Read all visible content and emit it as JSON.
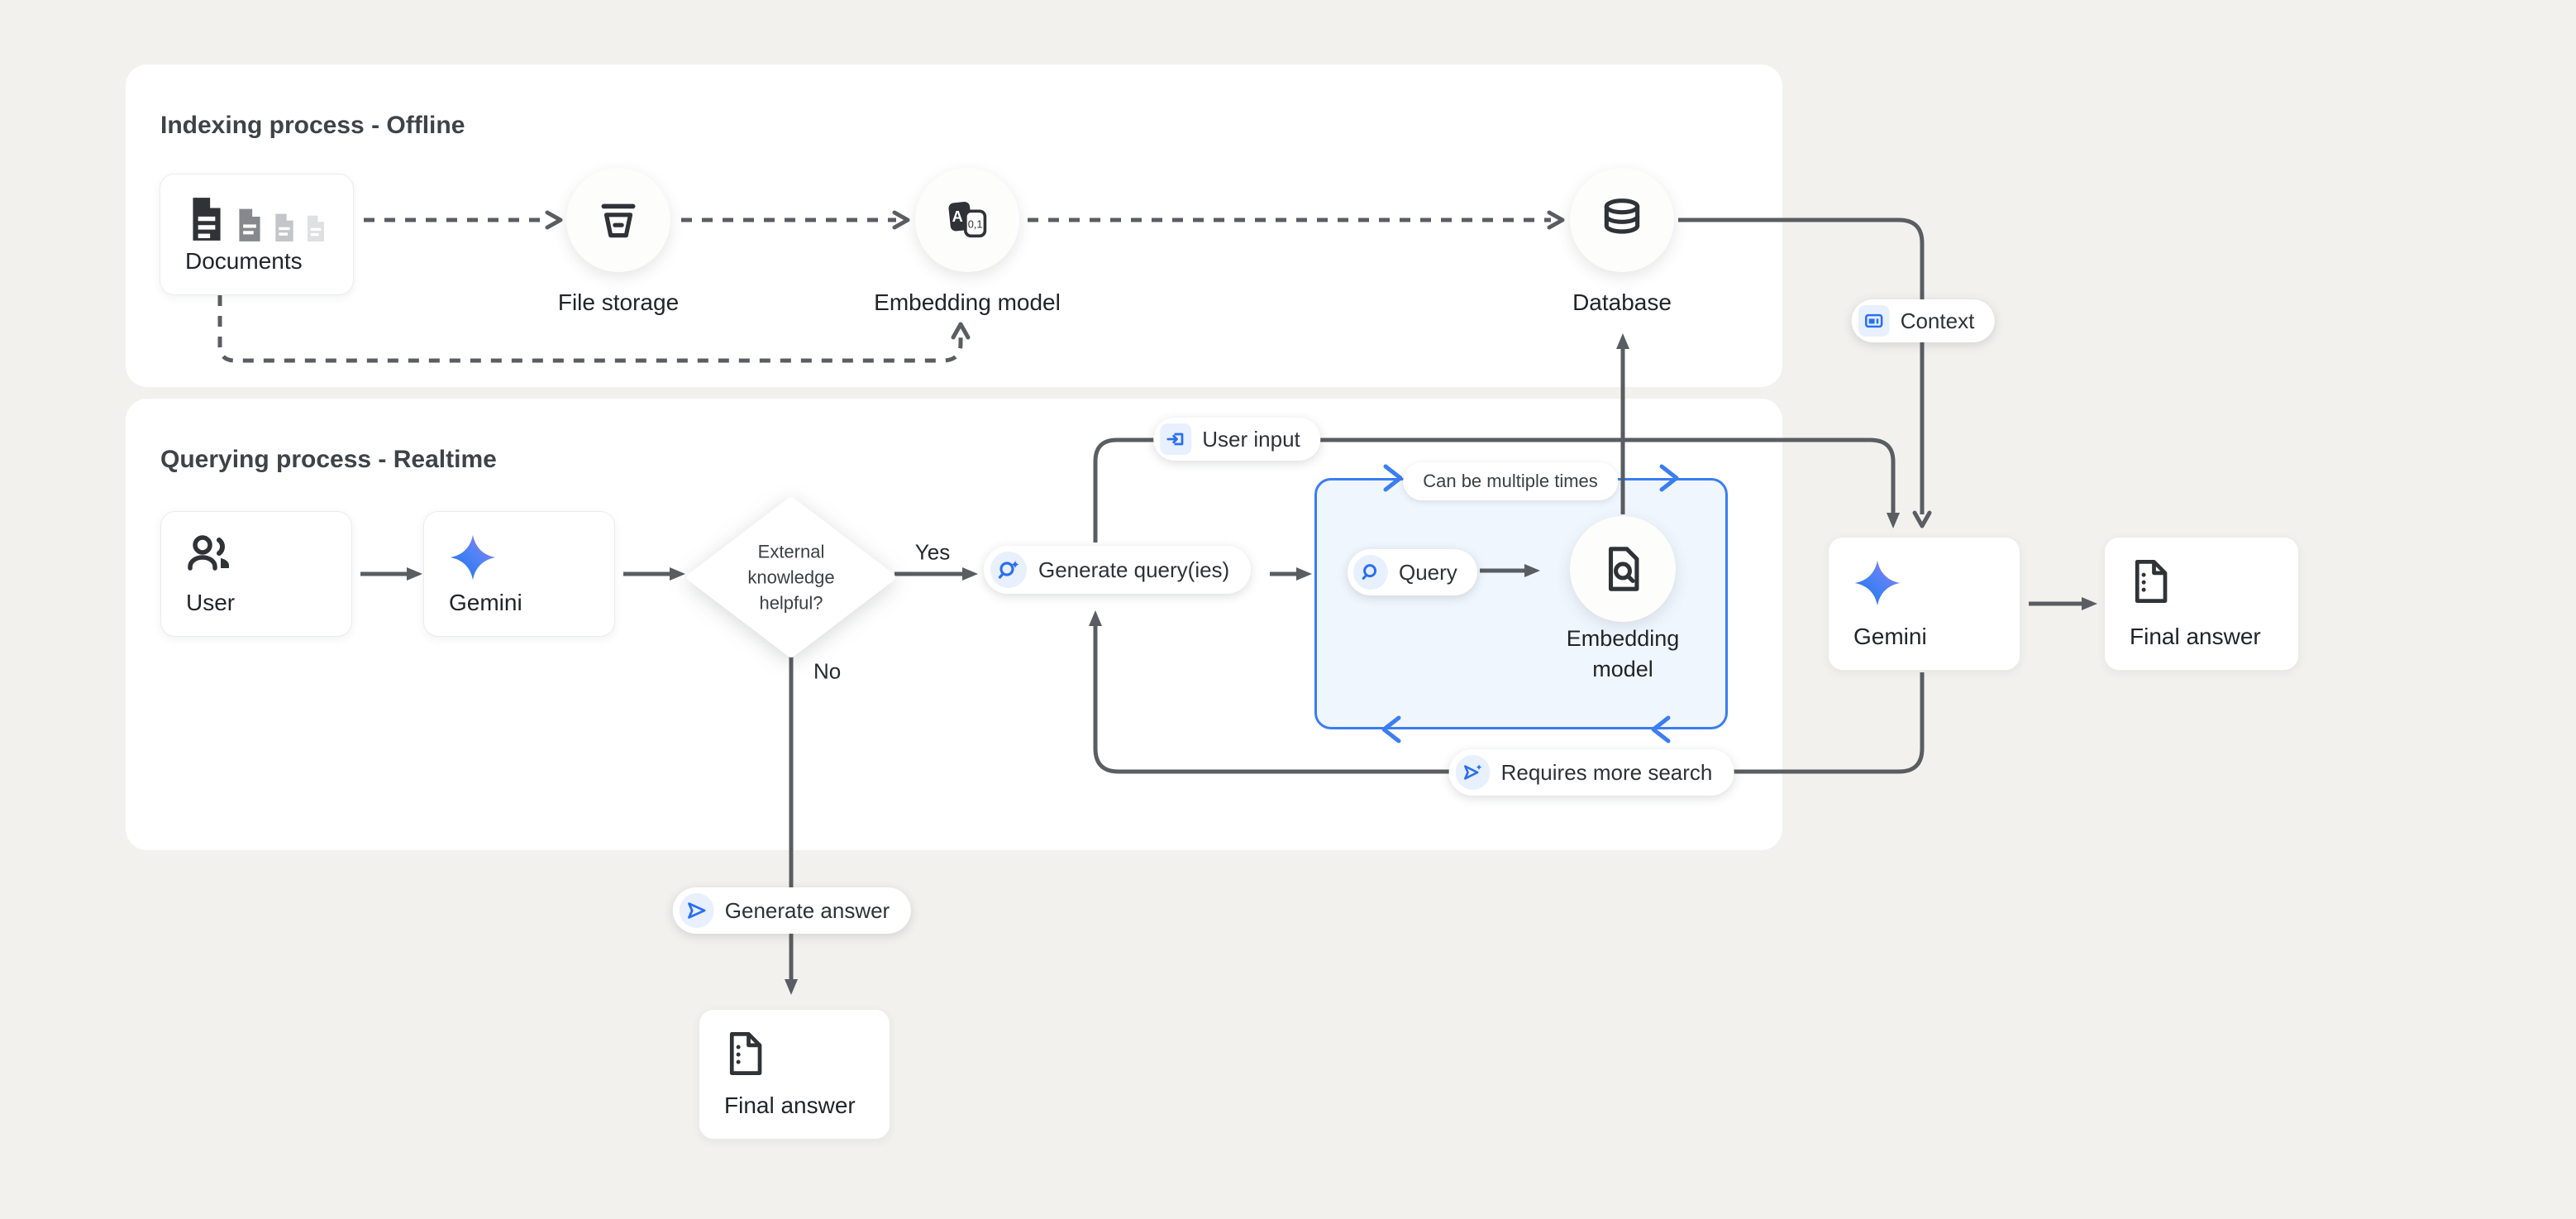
{
  "indexing": {
    "title": "Indexing process - Offline",
    "documents_label": "Documents",
    "file_storage_label": "File storage",
    "embedding_model_label": "Embedding model",
    "database_label": "Database"
  },
  "querying": {
    "title": "Querying process - Realtime",
    "user_label": "User",
    "gemini_label": "Gemini",
    "decision": [
      "External",
      "knowledge",
      "helpful?"
    ],
    "yes": "Yes",
    "no": "No",
    "generate_queries_label": "Generate query(ies)",
    "query_label": "Query",
    "loop_note": "Can be multiple times",
    "embedding_model": [
      "Embedding",
      "model"
    ],
    "user_input_badge": "User input",
    "context_badge": "Context",
    "requires_more_search_badge": "Requires more search",
    "generate_answer_badge": "Generate answer"
  },
  "output": {
    "gemini_label": "Gemini",
    "final_answer_label": "Final answer",
    "final_answer_no_branch_label": "Final answer"
  },
  "colors": {
    "page_bg": "#f2f1ee",
    "card_bg": "#ffffff",
    "accent_blue": "#3b7df2",
    "icon_blue": "#2a6ff2",
    "chip_blue": "#e8f0fe",
    "line_gray": "#5a5d61",
    "gemini_gradient_start": "#1f6ff0",
    "gemini_gradient_end": "#9e7bf7"
  }
}
